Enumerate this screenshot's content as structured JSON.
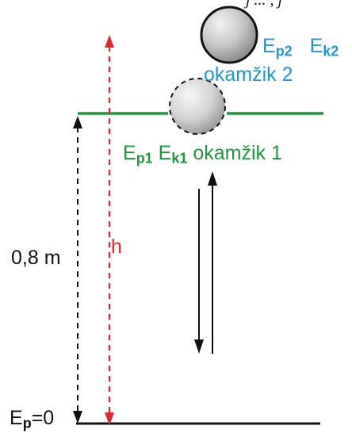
{
  "caption_fragment": "j ... , j",
  "labels": {
    "moment2_energy_p": {
      "base": "E",
      "sub": "p2"
    },
    "moment2_energy_k": {
      "base": "E",
      "sub": "k2"
    },
    "moment2_name": "okamžik 2",
    "moment1_energy_p": {
      "base": "E",
      "sub": "p1"
    },
    "moment1_energy_k": {
      "base": "E",
      "sub": "k1"
    },
    "moment1_name": "okamžik 1",
    "height_lift": "0,8 m",
    "height_total": "h",
    "ground_energy": {
      "base": "E",
      "sub": "p",
      "rest": "=0"
    }
  },
  "colors": {
    "moment2": "#1a9ad6",
    "moment1": "#1a9a3a",
    "height_total": "#e0262a",
    "height_lift": "#111111",
    "ball_fill": "#c8c8c8",
    "ball_highlight": "#f2f2f2"
  }
}
